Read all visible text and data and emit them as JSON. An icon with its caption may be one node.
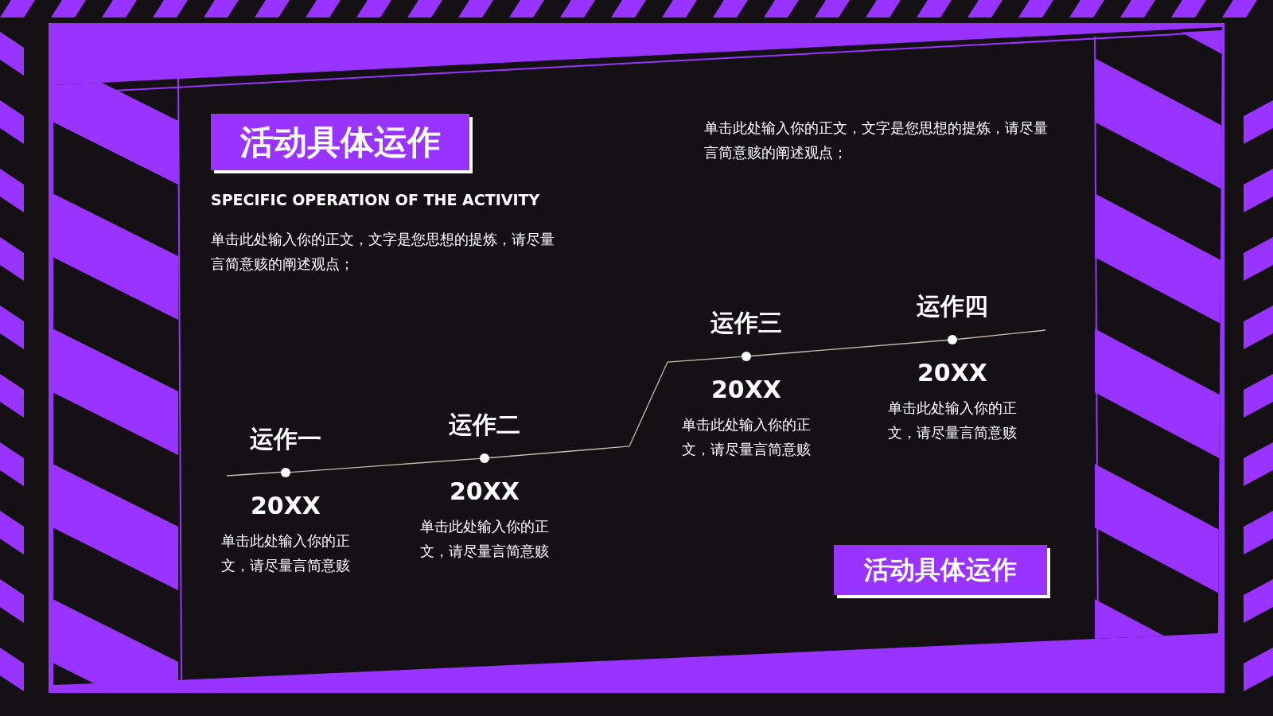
{
  "diagram": {
    "nodes": [
      {
        "text": [
          "活动具体运作"
        ]
      },
      {
        "text": [],
        "shape": "circle",
        "beside": [
          "运作一",
          "20XX",
          "单击此处输入你的正文，请尽量言简意赅"
        ]
      },
      {
        "text": [],
        "shape": "circle",
        "beside": [
          "运作二",
          "20XX",
          "单击此处输入你的正文，请尽量言简意赅"
        ]
      },
      {
        "text": [],
        "shape": "circle",
        "beside": [
          "运作三",
          "20XX",
          "单击此处输入你的正文，请尽量言简意赅"
        ]
      },
      {
        "text": [],
        "shape": "circle",
        "beside": [
          "运作四",
          "20XX",
          "单击此处输入你的正文，请尽量言简意赅"
        ]
      },
      {
        "text": [
          "活动具体运作"
        ]
      }
    ],
    "edges": [
      {
        "from": 1,
        "to": 2,
        "arrow": "none"
      },
      {
        "from": 2,
        "to": 3,
        "arrow": "none"
      },
      {
        "from": 3,
        "to": 4,
        "arrow": "none"
      }
    ],
    "labels": [
      "单击此处输入你的正文，文字是您思想的提炼，请尽量言简意赅的阐述观点；",
      "SPECIFIC OPERATION OF THE ACTIVITY",
      "单击此处输入你的正文，文字是您思想的提炼，请尽量言简意赅的阐述观点；"
    ]
  }
}
